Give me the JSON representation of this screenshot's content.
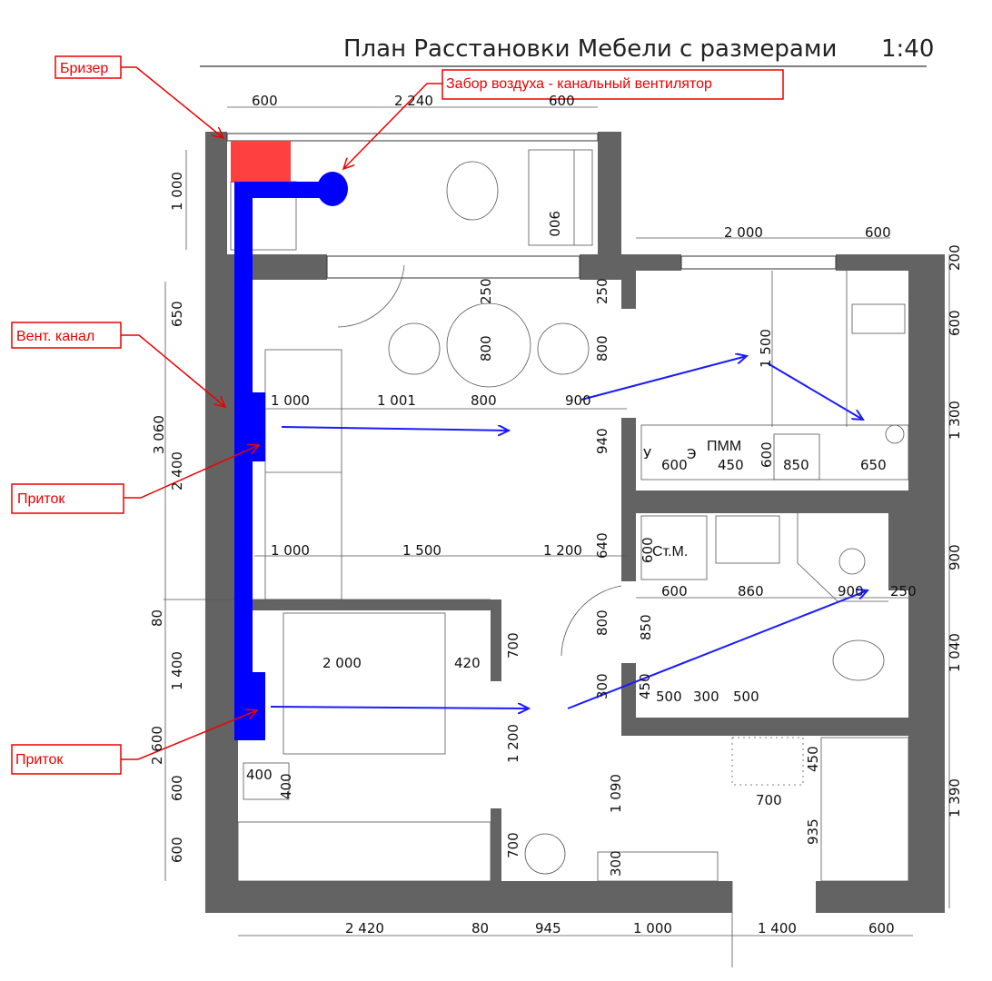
{
  "title": {
    "text": "План Расстановки Мебели с  размерами",
    "scale": "1:40"
  },
  "callouts": {
    "breather": "Бризер",
    "intake": "Забор воздуха - канальный вентилятор",
    "vent_channel": "Вент. канал",
    "supply_1": "Приток",
    "supply_2": "Приток"
  },
  "labels": {
    "dishwasher": "ПММ",
    "washer": "Ст.М.",
    "sink_u": "У",
    "sink_e": "Э"
  },
  "dims": {
    "top": [
      "600",
      "2 240",
      "600"
    ],
    "kitchen_top": [
      "2 000",
      "600"
    ],
    "balcony_h": "1 000",
    "desk_w": "900",
    "table_d1": "250",
    "table_d2": "800",
    "table_d3": "250",
    "table_d4": "800",
    "left": [
      "650",
      "3 060",
      "2 400",
      "80",
      "1 400",
      "2 600",
      "600",
      "600"
    ],
    "living_row1": [
      "1 000",
      "1 001",
      "800",
      "900"
    ],
    "living_row2": [
      "1 000",
      "1 500",
      "1 200"
    ],
    "door_940": "940",
    "door_640": "640",
    "kitchen_1500": "1 500",
    "kitchen_row": [
      "600",
      "450",
      "600",
      "850",
      "650"
    ],
    "right": [
      "200",
      "600",
      "1 300",
      "900",
      "1 040",
      "1 390"
    ],
    "bath_row": [
      "600",
      "860",
      "900",
      "250"
    ],
    "bath_600": "600",
    "bath_850": "850",
    "bath_450": "450",
    "bath_row2": [
      "500",
      "300",
      "500"
    ],
    "bed": {
      "w": "2 000",
      "side": "420",
      "h700a": "700",
      "h1200": "1 200",
      "h700b": "700",
      "n400a": "400",
      "n400b": "400"
    },
    "door_800": "800",
    "door_300": "300",
    "hall": {
      "w450": "450",
      "w700": "700",
      "h935": "935",
      "h1090": "1 090",
      "h300": "300"
    },
    "bottom": [
      "2 420",
      "80",
      "945",
      "1 000",
      "1 400",
      "600"
    ]
  },
  "colors": {
    "wall": "#636363",
    "duct": "#0000ff",
    "breather": "#ff4040",
    "callout": "#e00000",
    "airflow": "#1a1aff"
  }
}
